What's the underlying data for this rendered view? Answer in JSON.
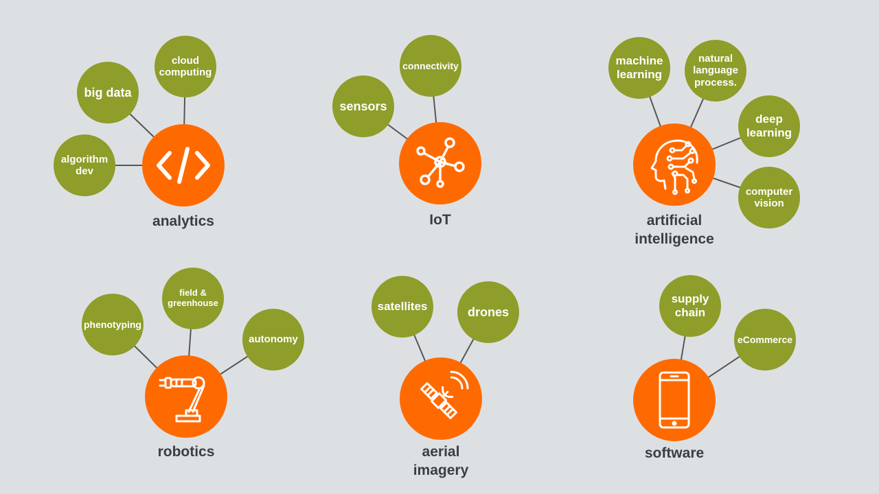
{
  "colors": {
    "background": "#dde0e3",
    "hub": "#ff6a00",
    "bubble": "#8f9d2a",
    "connector": "#555555",
    "label_text": "#3a3d42",
    "icon_stroke": "#ffffff"
  },
  "clusters": [
    {
      "id": "analytics",
      "label_lines": [
        "analytics"
      ],
      "icon": "code-brackets-icon",
      "bubbles": [
        {
          "lines": [
            "big data"
          ]
        },
        {
          "lines": [
            "cloud",
            "computing"
          ]
        },
        {
          "lines": [
            "algorithm",
            "dev"
          ]
        }
      ]
    },
    {
      "id": "iot",
      "label_lines": [
        "IoT"
      ],
      "icon": "network-hub-icon",
      "bubbles": [
        {
          "lines": [
            "connectivity"
          ]
        },
        {
          "lines": [
            "sensors"
          ]
        }
      ]
    },
    {
      "id": "ai",
      "label_lines": [
        "artificial",
        "intelligence"
      ],
      "icon": "ai-head-circuit-icon",
      "bubbles": [
        {
          "lines": [
            "machine",
            "learning"
          ]
        },
        {
          "lines": [
            "natural",
            "language",
            "process."
          ]
        },
        {
          "lines": [
            "deep",
            "learning"
          ]
        },
        {
          "lines": [
            "computer",
            "vision"
          ]
        }
      ]
    },
    {
      "id": "robotics",
      "label_lines": [
        "robotics"
      ],
      "icon": "robot-arm-icon",
      "bubbles": [
        {
          "lines": [
            "phenotyping"
          ]
        },
        {
          "lines": [
            "field &",
            "greenhouse"
          ]
        },
        {
          "lines": [
            "autonomy"
          ]
        }
      ]
    },
    {
      "id": "aerial",
      "label_lines": [
        "aerial",
        "imagery"
      ],
      "icon": "satellite-icon",
      "bubbles": [
        {
          "lines": [
            "satellites"
          ]
        },
        {
          "lines": [
            "drones"
          ]
        }
      ]
    },
    {
      "id": "software",
      "label_lines": [
        "software"
      ],
      "icon": "smartphone-icon",
      "bubbles": [
        {
          "lines": [
            "supply",
            "chain"
          ]
        },
        {
          "lines": [
            "eCommerce"
          ]
        }
      ]
    }
  ]
}
